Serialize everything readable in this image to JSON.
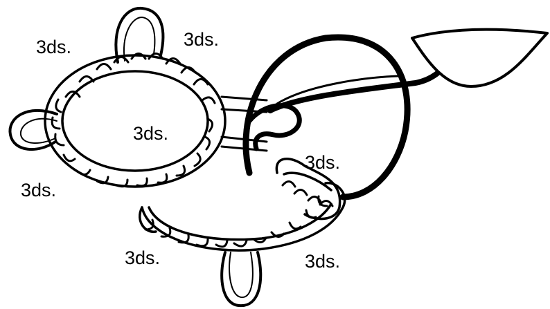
{
  "labels": {
    "ds_1": "3ds.",
    "ds_2": "3ds.",
    "ds_3": "3ds.",
    "ds_4": "3ds.",
    "ds_5": "3ds.",
    "ds_6": "3ds.",
    "ds_7": "3ds."
  },
  "colors": {
    "ink": "#000000",
    "paper": "#ffffff"
  }
}
